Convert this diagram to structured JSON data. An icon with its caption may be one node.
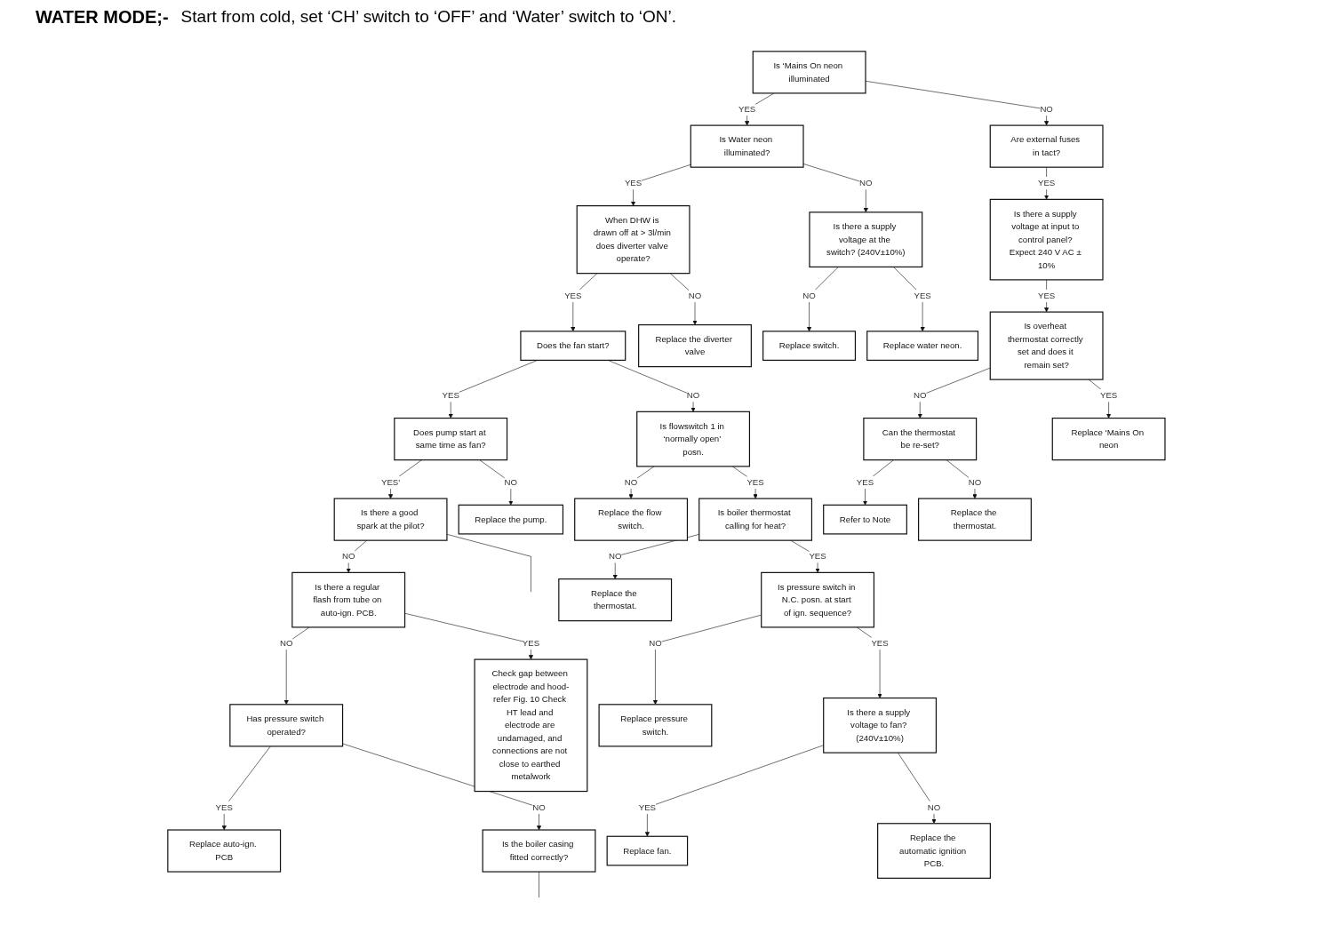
{
  "diagram": {
    "title": "WATER MODE;-",
    "nodes": [
      {
        "text": [
          "Is ‘Mains On neon illuminated"
        ]
      },
      {
        "text": [
          "Are external fuses in tact?"
        ]
      },
      {
        "text": [
          "Is there a supply voltage at input to control panel? Expect 240 V AC ± 10%"
        ]
      },
      {
        "text": [
          "Is overheat thermostat correctly set and does it remain set?"
        ]
      },
      {
        "text": [
          "Replace ‘Mains On neon"
        ]
      },
      {
        "text": [
          "Is Water neon illuminated?"
        ]
      },
      {
        "text": [
          "Is there a supply voltage at the switch? (240V±10%)"
        ]
      },
      {
        "text": [
          "Replace switch."
        ]
      },
      {
        "text": [
          "Replace water neon."
        ]
      },
      {
        "text": [
          "Refer to Note"
        ]
      },
      {
        "text": [
          "Can the thermostat be re-set?"
        ]
      },
      {
        "text": [
          "Replace the thermostat."
        ]
      },
      {
        "text": [
          "When DHW is drawn off at > 3l/min does diverter valve operate?"
        ]
      },
      {
        "text": [
          "Replace the diverter valve"
        ]
      },
      {
        "text": [
          "Is flowswitch 1 in ‘normally open’ posn."
        ]
      },
      {
        "text": [
          "Replace the flow switch."
        ]
      },
      {
        "text": [
          "Replace the thermostat."
        ]
      },
      {
        "text": [
          "Replace pressure switch."
        ]
      },
      {
        "text": [
          "Replace fan."
        ]
      },
      {
        "text": [
          "Replace the automatic ignition PCB."
        ]
      },
      {
        "text": [
          "Does the fan start?"
        ]
      },
      {
        "text": [
          "Does pump start at same time as fan?"
        ]
      },
      {
        "text": [
          "Replace the pump."
        ]
      },
      {
        "text": [
          "Is there a regular flash from tube on auto-ign. PCB."
        ]
      },
      {
        "text": [
          "Is boiler thermostat calling for heat?"
        ]
      },
      {
        "text": [
          "Is pressure switch in N.C. posn. at start of ign. sequence?"
        ]
      },
      {
        "text": [
          "Is there a supply voltage to fan? (240V±10%)"
        ]
      },
      {
        "text": [
          "Is there a good spark at the pilot?"
        ]
      },
      {
        "text": [
          "Replace auto-ign. PCB"
        ]
      },
      {
        "text": [
          "Has pressure switch operated?"
        ]
      },
      {
        "text": [
          "Is the boiler casing fitted correctly?"
        ]
      },
      {
        "text": [
          "Check gap between electrode and hood-refer Fig. 10 Check HT lead and electrode are undamaged, and connections are not close to earthed metalwork"
        ]
      }
    ],
    "edges": [
      {
        "from": 0,
        "to": 5,
        "arrow": "to",
        "label": "YES"
      },
      {
        "from": 0,
        "to": 1,
        "arrow": "to",
        "label": "NO"
      },
      {
        "from": 1,
        "to": 2,
        "arrow": "to",
        "label": "YES"
      },
      {
        "from": 2,
        "to": 3,
        "arrow": "to",
        "label": "YES"
      },
      {
        "from": 3,
        "to": 10,
        "arrow": "to",
        "label": "NO"
      },
      {
        "from": 3,
        "to": 4,
        "arrow": "to",
        "label": "YES"
      },
      {
        "from": 5,
        "to": 12,
        "arrow": "to",
        "label": "YES"
      },
      {
        "from": 5,
        "to": 6,
        "arrow": "to",
        "label": "NO"
      },
      {
        "from": 6,
        "to": 7,
        "arrow": "to",
        "label": "NO"
      },
      {
        "from": 6,
        "to": 8,
        "arrow": "to",
        "label": "YES"
      },
      {
        "from": 10,
        "to": 9,
        "arrow": "to",
        "label": "YES"
      },
      {
        "from": 10,
        "to": 11,
        "arrow": "to",
        "label": "NO"
      },
      {
        "from": 12,
        "to": 20,
        "arrow": "to",
        "label": "YES"
      },
      {
        "from": 12,
        "to": 13,
        "arrow": "to",
        "label": "NO"
      },
      {
        "from": 20,
        "to": 21,
        "arrow": "to",
        "label": "YES"
      },
      {
        "from": 20,
        "to": 14,
        "arrow": "to",
        "label": "NO"
      },
      {
        "from": 21,
        "to": 27,
        "arrow": "to",
        "label": "YES'"
      },
      {
        "from": 21,
        "to": 22,
        "arrow": "to",
        "label": "NO"
      },
      {
        "from": 14,
        "to": 15,
        "arrow": "to",
        "label": "NO"
      },
      {
        "from": 14,
        "to": 24,
        "arrow": "to",
        "label": "YES"
      },
      {
        "from": 27,
        "to": 23,
        "arrow": "to",
        "label": "NO"
      },
      {
        "from": 27,
        "to": null,
        "arrow": "none"
      },
      {
        "from": 23,
        "to": 29,
        "arrow": "to",
        "label": "NO"
      },
      {
        "from": 23,
        "to": 31,
        "arrow": "to",
        "label": "YES"
      },
      {
        "from": 29,
        "to": 28,
        "arrow": "to",
        "label": "YES"
      },
      {
        "from": 29,
        "to": 30,
        "arrow": "to",
        "label": "NO"
      },
      {
        "from": 30,
        "to": null,
        "arrow": "none"
      },
      {
        "from": 24,
        "to": 16,
        "arrow": "to",
        "label": "NO"
      },
      {
        "from": 24,
        "to": 25,
        "arrow": "to",
        "label": "YES"
      },
      {
        "from": 25,
        "to": 17,
        "arrow": "to",
        "label": "NO"
      },
      {
        "from": 25,
        "to": 26,
        "arrow": "to",
        "label": "YES"
      },
      {
        "from": 26,
        "to": 18,
        "arrow": "to",
        "label": "YES"
      },
      {
        "from": 26,
        "to": 19,
        "arrow": "to",
        "label": "NO"
      }
    ],
    "labels": [
      "Start from cold, set ‘CH’ switch to ‘OFF’ and ‘Water’ switch to ‘ON’."
    ]
  }
}
